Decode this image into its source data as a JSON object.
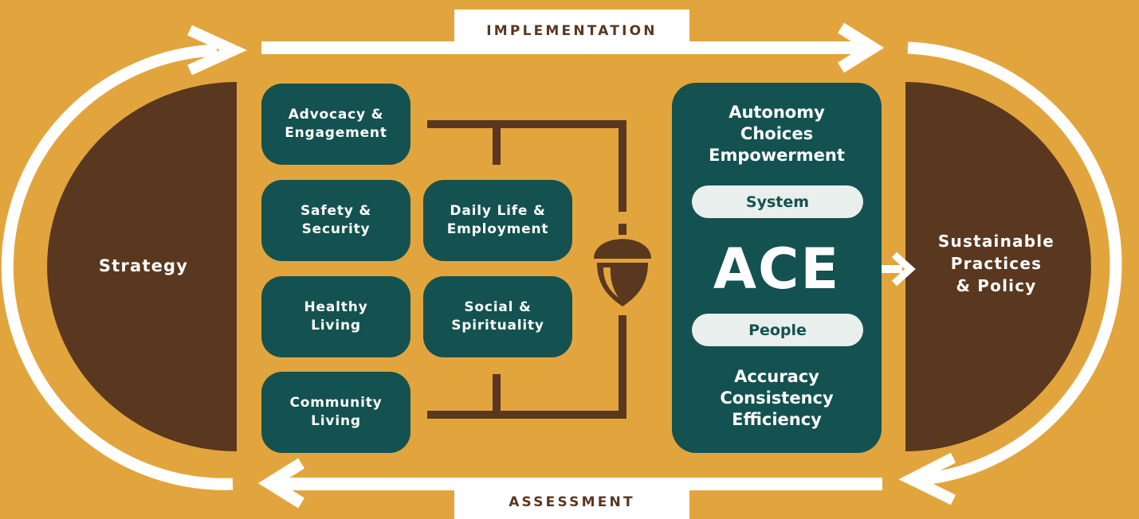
{
  "banners": {
    "top": "IMPLEMENTATION",
    "bottom": "ASSESSMENT"
  },
  "left_panel": {
    "label": "Strategy"
  },
  "right_panel": {
    "label": "Sustainable Practices & Policy"
  },
  "right_panel_lines": [
    "Sustainable",
    "Practices",
    "& Policy"
  ],
  "focus_areas": [
    {
      "lines": [
        "Advocacy &",
        "Engagement"
      ]
    },
    {
      "lines": [
        "Safety &",
        "Security"
      ]
    },
    {
      "lines": [
        "Daily Life &",
        "Employment"
      ]
    },
    {
      "lines": [
        "Healthy",
        "Living"
      ]
    },
    {
      "lines": [
        "Social &",
        "Spirituality"
      ]
    },
    {
      "lines": [
        "Community",
        "Living"
      ]
    }
  ],
  "ace": {
    "top_lines": [
      "Autonomy",
      "Choices",
      "Empowerment"
    ],
    "system_label": "System",
    "title": "ACE",
    "people_label": "People",
    "bottom_lines": [
      "Accuracy",
      "Consistency",
      "Efficiency"
    ]
  },
  "icons": [
    "acorn-icon",
    "arrow-right-icon",
    "arrow-left-icon",
    "cycle-arrow-icon"
  ],
  "colors": {
    "background": "#e2a53d",
    "dark_brown": "#5a371f",
    "teal": "#135250",
    "white": "#ffffff",
    "pill": "#e9efec"
  }
}
